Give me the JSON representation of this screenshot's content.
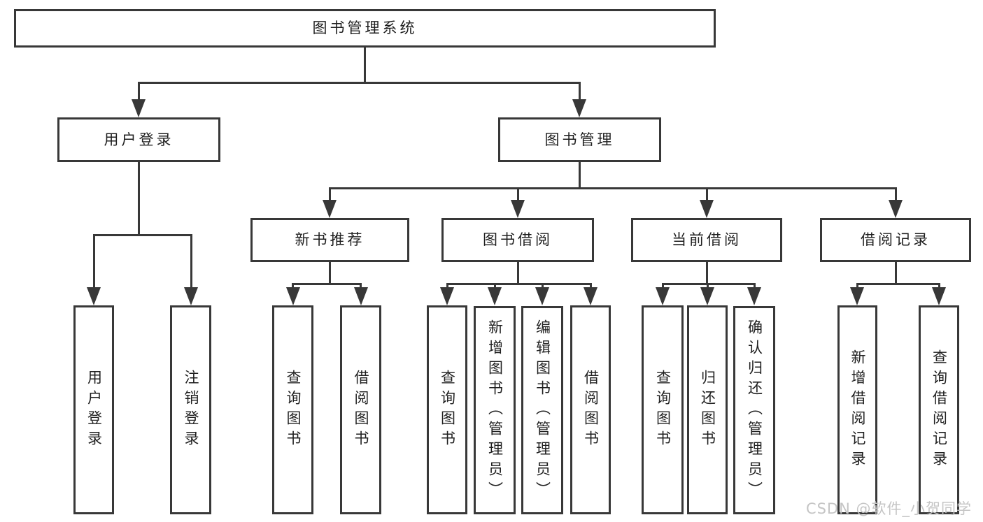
{
  "diagram": {
    "type": "hierarchy-tree",
    "root": {
      "label": "图书管理系统",
      "children": [
        {
          "label": "用户登录",
          "children": [
            {
              "label": "用户登录"
            },
            {
              "label": "注销登录"
            }
          ]
        },
        {
          "label": "图书管理",
          "children": [
            {
              "label": "新书推荐",
              "children": [
                {
                  "label": "查询图书"
                },
                {
                  "label": "借阅图书"
                }
              ]
            },
            {
              "label": "图书借阅",
              "children": [
                {
                  "label": "查询图书"
                },
                {
                  "label": "新增图书（管理员）"
                },
                {
                  "label": "编辑图书（管理员）"
                },
                {
                  "label": "借阅图书"
                }
              ]
            },
            {
              "label": "当前借阅",
              "children": [
                {
                  "label": "查询图书"
                },
                {
                  "label": "归还图书"
                },
                {
                  "label": "确认归还（管理员）"
                }
              ]
            },
            {
              "label": "借阅记录",
              "children": [
                {
                  "label": "新增借阅记录"
                },
                {
                  "label": "查询借阅记录"
                }
              ]
            }
          ]
        }
      ]
    }
  },
  "watermark": {
    "text": "CSDN @软件_小贺同学"
  },
  "colors": {
    "line": "#383838",
    "text": "#1f1f1f",
    "watermark": "#c5c5c5",
    "background": "#ffffff"
  }
}
